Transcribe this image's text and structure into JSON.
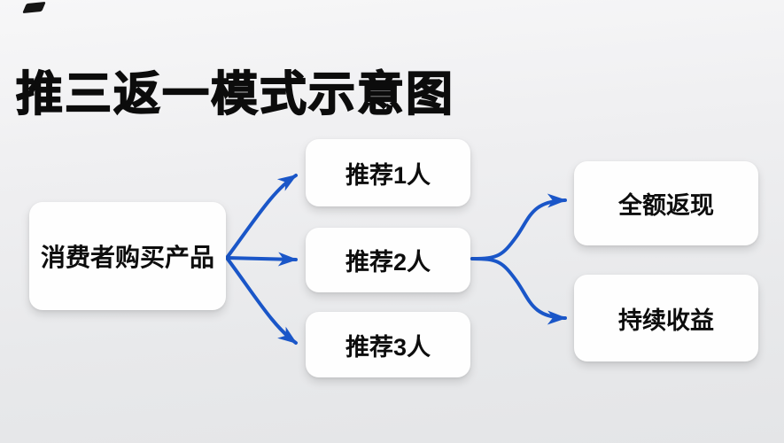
{
  "title": "推三返一模式示意图",
  "colors": {
    "background": "#ebecee",
    "box_fill": "#fefefe",
    "text": "#0d0d0d",
    "arrow": "#1a56c8"
  },
  "nodes": [
    {
      "id": "consumer",
      "label": "消费者购买产品"
    },
    {
      "id": "ref1",
      "label": "推荐1人"
    },
    {
      "id": "ref2",
      "label": "推荐2人"
    },
    {
      "id": "ref3",
      "label": "推荐3人"
    },
    {
      "id": "cashback",
      "label": "全额返现"
    },
    {
      "id": "income",
      "label": "持续收益"
    }
  ],
  "edges": [
    {
      "from": "消费者购买产品",
      "to": "推荐1人"
    },
    {
      "from": "消费者购买产品",
      "to": "推荐2人"
    },
    {
      "from": "消费者购买产品",
      "to": "推荐3人"
    },
    {
      "from": "推荐2人",
      "to": "全额返现"
    },
    {
      "from": "推荐2人",
      "to": "持续收益"
    }
  ]
}
